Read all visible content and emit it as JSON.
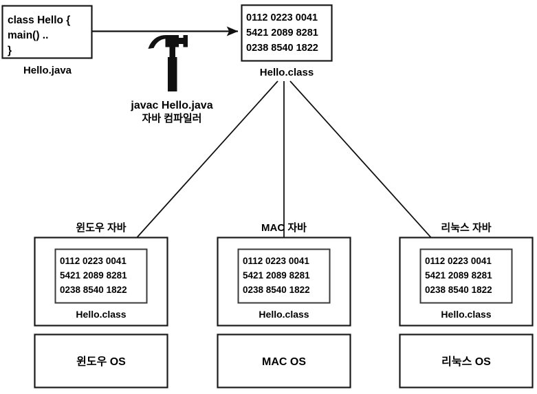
{
  "diagram": {
    "title": "Java compile and run across platforms",
    "colors": {
      "stroke": "#111111",
      "box_border": "#1a1a1a",
      "inner_border": "#3a3a3a",
      "background": "#ffffff",
      "text": "#000000"
    },
    "source": {
      "caption": "Hello.java",
      "code_lines": [
        "class Hello {",
        "   main() ..",
        "}"
      ]
    },
    "compiler": {
      "icon": "hammer-icon",
      "command": "javac Hello.java",
      "description": "자바 컴파일러"
    },
    "bytecode": {
      "caption": "Hello.class",
      "lines": [
        "0112 0223 0041",
        "5421 2089 8281",
        "0238 8540 1822"
      ]
    },
    "platforms": [
      {
        "jvm_label": "윈도우 자바",
        "class_caption": "Hello.class",
        "bytecode_lines": [
          "0112 0223 0041",
          "5421 2089 8281",
          "0238 8540 1822"
        ],
        "os_label": "윈도우 OS"
      },
      {
        "jvm_label": "MAC 자바",
        "class_caption": "Hello.class",
        "bytecode_lines": [
          "0112 0223 0041",
          "5421 2089 8281",
          "0238 8540 1822"
        ],
        "os_label": "MAC OS"
      },
      {
        "jvm_label": "리눅스 자바",
        "class_caption": "Hello.class",
        "bytecode_lines": [
          "0112 0223 0041",
          "5421 2089 8281",
          "0238 8540 1822"
        ],
        "os_label": "리눅스 OS"
      }
    ]
  }
}
